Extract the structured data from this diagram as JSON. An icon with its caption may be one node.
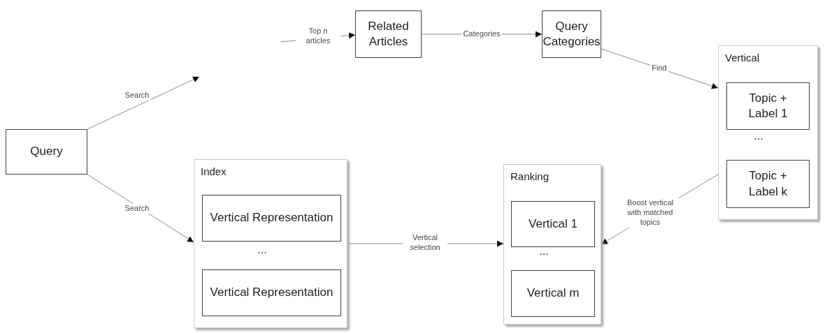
{
  "diagram": {
    "nodes": [
      {
        "text": [
          "Query"
        ]
      },
      {
        "text": [
          "Related Articles"
        ]
      },
      {
        "text": [
          "Query Categories"
        ]
      },
      {
        "text": [
          "Vertical"
        ]
      },
      {
        "text": [
          "Topic + Label 1"
        ],
        "in": 3
      },
      {
        "text": [
          "Topic + Label k"
        ],
        "in": 3
      },
      {
        "text": [
          "Index"
        ]
      },
      {
        "text": [
          "Vertical Representation"
        ],
        "in": 6
      },
      {
        "text": [
          "Vertical Representation"
        ],
        "in": 6
      },
      {
        "text": [
          "Ranking"
        ]
      },
      {
        "text": [
          "Vertical 1"
        ],
        "in": 9
      },
      {
        "text": [
          "Vertical m"
        ],
        "in": 9
      }
    ],
    "edges": [
      {
        "from": 0,
        "to": null,
        "arrow": "to",
        "label": "Search"
      },
      {
        "from": null,
        "to": 1,
        "arrow": "to",
        "label": "Top *n* articles"
      },
      {
        "from": 1,
        "to": 2,
        "arrow": "to",
        "label": "Categories"
      },
      {
        "from": 2,
        "to": 3,
        "arrow": "to",
        "label": "Find"
      },
      {
        "from": 0,
        "to": 6,
        "arrow": "to",
        "label": "Search"
      },
      {
        "from": 6,
        "to": 9,
        "arrow": "to",
        "label": "Vertical selection"
      },
      {
        "from": 3,
        "to": 9,
        "arrow": "to",
        "label": "Boost vertical with matched topics"
      }
    ],
    "labels": [
      "...",
      "...",
      "..."
    ]
  }
}
